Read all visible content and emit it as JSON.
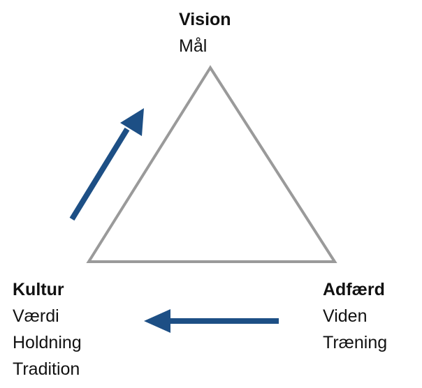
{
  "nodes": {
    "vision": {
      "title": "Vision",
      "items": [
        "Mål"
      ]
    },
    "kultur": {
      "title": "Kultur",
      "items": [
        "Værdi",
        "Holdning",
        "Tradition"
      ]
    },
    "adfaerd": {
      "title": "Adfærd",
      "items": [
        "Viden",
        "Træning"
      ]
    }
  },
  "colors": {
    "triangle_stroke": "#9a9a9a",
    "arrow": "#1d4f85",
    "text": "#111111"
  }
}
